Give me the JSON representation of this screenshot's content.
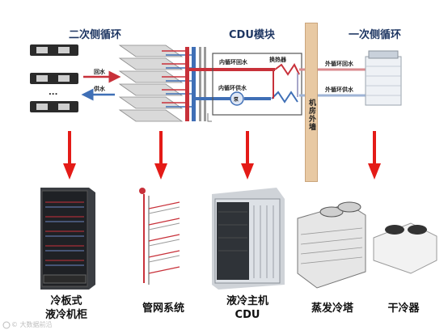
{
  "headers": {
    "secondary": "二次侧循环",
    "cdu": "CDU模块",
    "primary": "一次侧循环"
  },
  "secondary_side": {
    "return_water": "回水",
    "supply_water": "供水",
    "ellipsis": "..."
  },
  "cdu_module": {
    "inner_return": "内循环回水",
    "inner_supply": "内循环供水",
    "heat_exchanger": "换热器",
    "pump": "泵"
  },
  "machine_room_wall": "机房外墙",
  "primary_side": {
    "outer_return": "外循环回水",
    "outer_supply": "外循环供水"
  },
  "products": {
    "cabinet_line1": "冷板式",
    "cabinet_line2": "液冷机柜",
    "piping": "管网系统",
    "cdu_line1": "液冷主机",
    "cdu_line2": "CDU",
    "tower": "蒸发冷塔",
    "dry_cooler": "干冷器"
  },
  "watermark": "© 大数据前沿",
  "colors": {
    "hot": "#c8313a",
    "cold": "#3f6fb6",
    "arrow": "#e41b17",
    "heading": "#1f3763"
  }
}
